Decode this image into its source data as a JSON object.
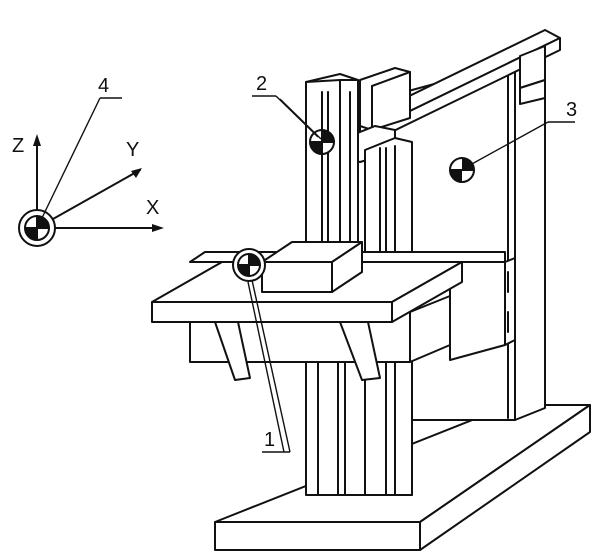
{
  "labels": {
    "l1": "1",
    "l2": "2",
    "l3": "3",
    "l4": "4",
    "axis_x": "X",
    "axis_y": "Y",
    "axis_z": "Z"
  },
  "colors": {
    "ink": "#111111",
    "paper": "#ffffff"
  }
}
